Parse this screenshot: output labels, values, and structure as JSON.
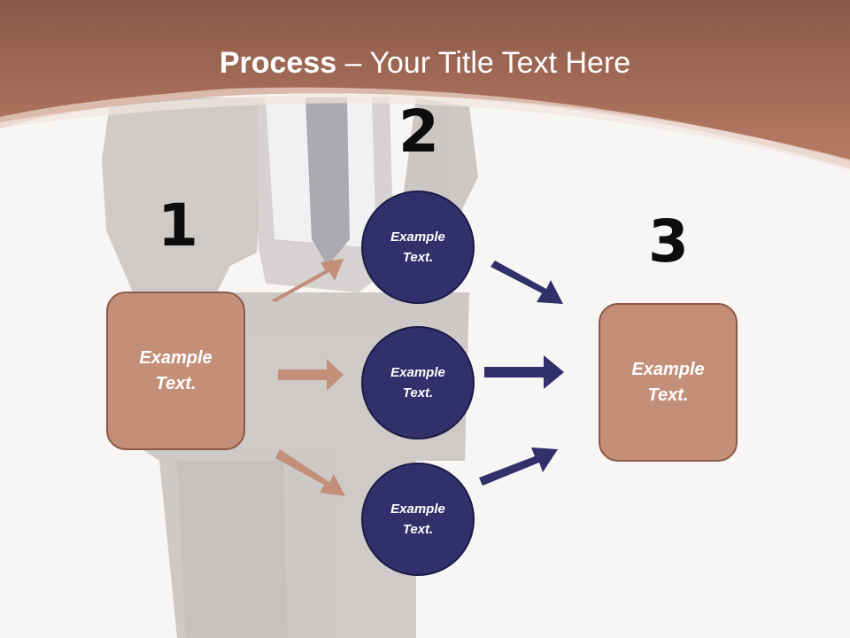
{
  "title": {
    "bold": "Process",
    "rest": " – Your Title Text Here"
  },
  "colors": {
    "header_brown": "#a66a55",
    "box_fill": "#c48f79",
    "circle_fill": "#31306a",
    "left_arrow": "#c48f79",
    "right_arrow": "#31306a",
    "background": "#f8f6f5"
  },
  "steps": {
    "step1": {
      "number": "1",
      "label": "Example\nText."
    },
    "step2": {
      "number": "2",
      "circles": [
        {
          "label": "Example\nText."
        },
        {
          "label": "Example\nText."
        },
        {
          "label": "Example\nText."
        }
      ]
    },
    "step3": {
      "number": "3",
      "label": "Example\nText."
    }
  }
}
